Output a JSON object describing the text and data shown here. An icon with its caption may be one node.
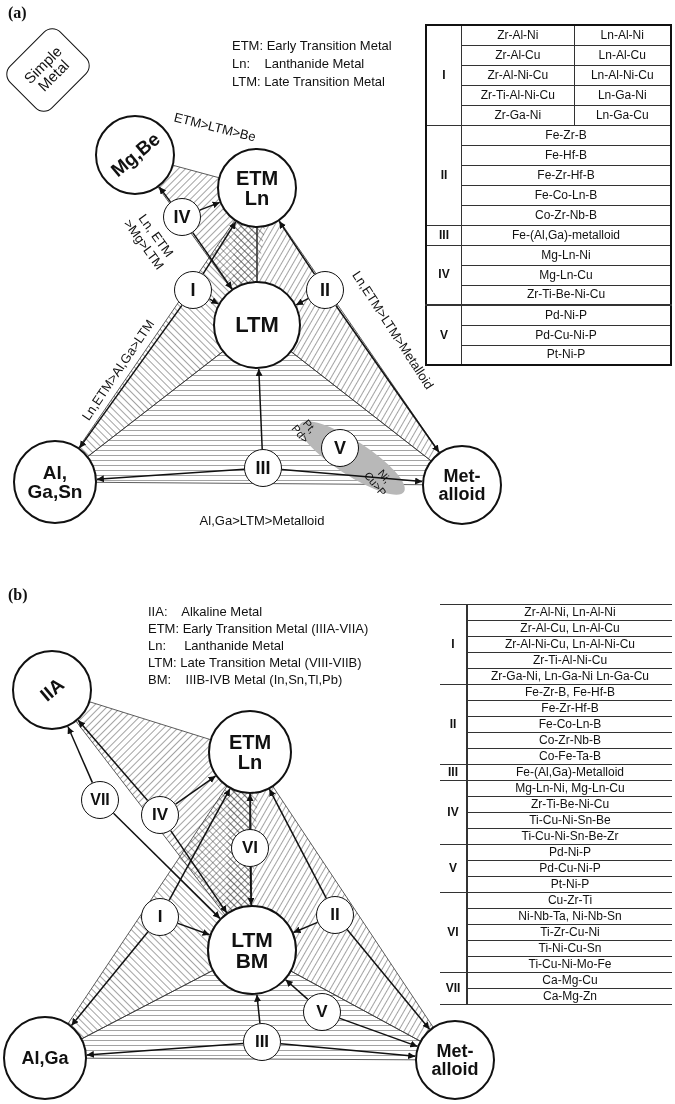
{
  "diagram": {
    "nodes": [
      {
        "text": [
          "Simple Metal"
        ]
      },
      {
        "text": [
          "Mg,Be"
        ]
      },
      {
        "text": [
          "ETM Ln"
        ]
      },
      {
        "text": [
          "LTM"
        ]
      },
      {
        "text": [
          "Al, Ga,Sn"
        ]
      },
      {
        "text": [
          "Met- alloid"
        ]
      },
      {
        "text": [
          "I"
        ]
      },
      {
        "text": [
          "II"
        ]
      },
      {
        "text": [
          "III"
        ]
      },
      {
        "text": [
          "IV"
        ]
      },
      {
        "text": [
          "V"
        ]
      },
      {
        "text": [
          "IIA"
        ]
      },
      {
        "text": [
          "ETM Ln"
        ]
      },
      {
        "text": [
          "LTM BM"
        ]
      },
      {
        "text": [
          "Al,Ga"
        ]
      },
      {
        "text": [
          "Met- alloid"
        ]
      },
      {
        "text": [
          "I"
        ]
      },
      {
        "text": [
          "II"
        ]
      },
      {
        "text": [
          "III"
        ]
      },
      {
        "text": [
          "IV"
        ]
      },
      {
        "text": [
          "V"
        ]
      },
      {
        "text": [
          "VI"
        ]
      },
      {
        "text": [
          "VII"
        ]
      }
    ],
    "edges": [
      {
        "from": 9,
        "to": 1,
        "arrow": "to"
      },
      {
        "from": 9,
        "to": 2,
        "arrow": "to"
      },
      {
        "from": 9,
        "to": 3,
        "arrow": "to"
      },
      {
        "from": 6,
        "to": 2,
        "arrow": "to"
      },
      {
        "from": 6,
        "to": 3,
        "arrow": "to"
      },
      {
        "from": 6,
        "to": 4,
        "arrow": "to"
      },
      {
        "from": 7,
        "to": 2,
        "arrow": "to"
      },
      {
        "from": 7,
        "to": 3,
        "arrow": "to"
      },
      {
        "from": 7,
        "to": 5,
        "arrow": "to"
      },
      {
        "from": 8,
        "to": 3,
        "arrow": "to"
      },
      {
        "from": 8,
        "to": 4,
        "arrow": "to"
      },
      {
        "from": 8,
        "to": 5,
        "arrow": "to"
      },
      {
        "from": 22,
        "to": 11,
        "arrow": "to"
      },
      {
        "from": 22,
        "to": 13,
        "arrow": "to"
      },
      {
        "from": 19,
        "to": 11,
        "arrow": "to"
      },
      {
        "from": 19,
        "to": 12,
        "arrow": "to"
      },
      {
        "from": 19,
        "to": 13,
        "arrow": "to"
      },
      {
        "from": 21,
        "to": 12,
        "arrow": "to"
      },
      {
        "from": 21,
        "to": 13,
        "arrow": "to"
      },
      {
        "from": 16,
        "to": 12,
        "arrow": "to"
      },
      {
        "from": 16,
        "to": 13,
        "arrow": "to"
      },
      {
        "from": 16,
        "to": 14,
        "arrow": "to"
      },
      {
        "from": 17,
        "to": 12,
        "arrow": "to"
      },
      {
        "from": 17,
        "to": 13,
        "arrow": "to"
      },
      {
        "from": 17,
        "to": 15,
        "arrow": "to"
      },
      {
        "from": 18,
        "to": 13,
        "arrow": "to"
      },
      {
        "from": 18,
        "to": 14,
        "arrow": "to"
      },
      {
        "from": 18,
        "to": 15,
        "arrow": "to"
      },
      {
        "from": 20,
        "to": 13,
        "arrow": "to"
      },
      {
        "from": 20,
        "to": 15,
        "arrow": "to"
      }
    ],
    "labels": [
      "(a)",
      "ETM: Early Transition Metal",
      "Ln:    Lanthanide Metal",
      "LTM: Late Transition Metal",
      "ETM>LTM>Be",
      "Ln, ETM >Mg>LTM",
      "Ln,ETM>Al,Ga>LTM",
      "Ln,ETM>LTM>Metalloid",
      "Pt, Pd>",
      "Ni, Cu>P",
      "Al,Ga>LTM>Metalloid",
      "I",
      "Zr-Al-Ni",
      "Ln-Al-Ni",
      "Zr-Al-Cu",
      "Ln-Al-Cu",
      "Zr-Al-Ni-Cu",
      "Ln-Al-Ni-Cu",
      "Zr-Ti-Al-Ni-Cu",
      "Ln-Ga-Ni",
      "Zr-Ga-Ni",
      "Ln-Ga-Cu",
      "II",
      "Fe-Zr-B",
      "Fe-Hf-B",
      "Fe-Zr-Hf-B",
      "Fe-Co-Ln-B",
      "Co-Zr-Nb-B",
      "III",
      "Fe-(Al,Ga)-metalloid",
      "IV",
      "Mg-Ln-Ni",
      "Mg-Ln-Cu",
      "Zr-Ti-Be-Ni-Cu",
      "V",
      "Pd-Ni-P",
      "Pd-Cu-Ni-P",
      "Pt-Ni-P",
      "(b)",
      "IIA:    Alkaline Metal",
      "ETM: Early Transition Metal (IIIA-VIIA)",
      "Ln:     Lanthanide Metal",
      "LTM: Late Transition Metal (VIII-VIIB)",
      "BM:    IIIB-IVB Metal (In,Sn,Tl,Pb)",
      "I",
      "Zr-Al-Ni, Ln-Al-Ni",
      "Zr-Al-Cu, Ln-Al-Cu",
      "Zr-Al-Ni-Cu, Ln-Al-Ni-Cu",
      "Zr-Ti-Al-Ni-Cu",
      "Zr-Ga-Ni, Ln-Ga-Ni Ln-Ga-Cu",
      "II",
      "Fe-Zr-B, Fe-Hf-B",
      "Fe-Zr-Hf-B",
      "Fe-Co-Ln-B",
      "Co-Zr-Nb-B",
      "Co-Fe-Ta-B",
      "III",
      "Fe-(Al,Ga)-Metalloid",
      "IV",
      "Mg-Ln-Ni, Mg-Ln-Cu",
      "Zr-Ti-Be-Ni-Cu",
      "Ti-Cu-Ni-Sn-Be",
      "Ti-Cu-Ni-Sn-Be-Zr",
      "V",
      "Pd-Ni-P",
      "Pd-Cu-Ni-P",
      "Pt-Ni-P",
      "VI",
      "Cu-Zr-Ti",
      "Ni-Nb-Ta, Ni-Nb-Sn",
      "Ti-Zr-Cu-Ni",
      "Ti-Ni-Cu-Sn",
      "Ti-Cu-Ni-Mo-Fe",
      "VII",
      "Ca-Mg-Cu",
      "Ca-Mg-Zn"
    ]
  }
}
